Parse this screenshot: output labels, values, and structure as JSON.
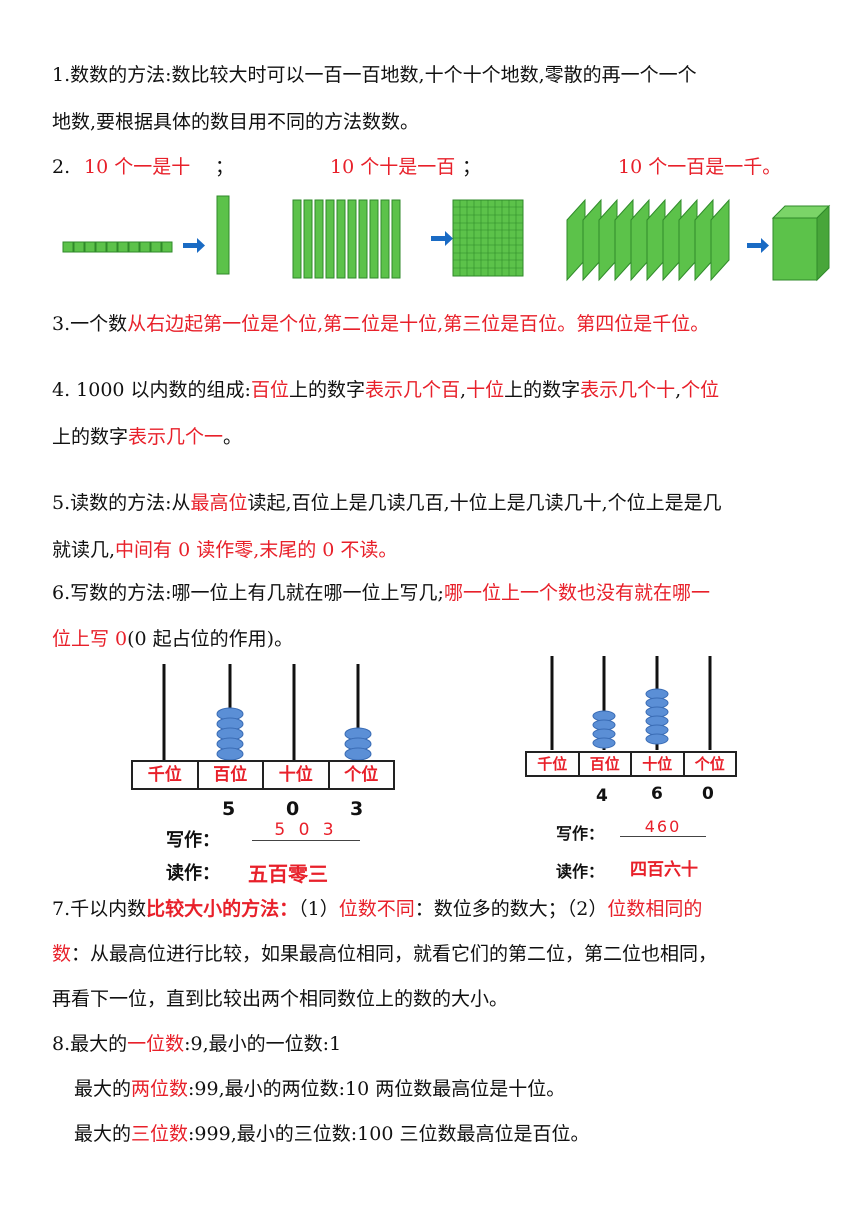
{
  "item1": {
    "line1": "1.数数的方法:数比较大时可以一百一百地数,十个十个地数,零散的再一个一个",
    "line2": "地数,要根据具体的数目用不同的方法数数。"
  },
  "item2": {
    "num": "2.",
    "a": "10 个一是十",
    "sep1": "；",
    "b": "10 个十是一百",
    "sep2": "；",
    "c": "10 个一百是一千。"
  },
  "item3": {
    "prefix": "3.一个数",
    "red": "从右边起第一位是个位,第二位是十位,第三位是百位。第四位是千位。"
  },
  "item4": {
    "p1": "4.  1000 以内数的组成:",
    "r1": "百位",
    "p2": "上的数字",
    "r2": "表示几个百",
    "p3": ",",
    "r3": "十位",
    "p4": "上的数字",
    "r4": "表示几个十",
    "p5": ",",
    "r5": "个位",
    "line2a": "上的数字",
    "line2r": "表示几个一",
    "line2b": "。"
  },
  "item5": {
    "p1": "5.读数的方法:从",
    "r1": "最高位",
    "p2": "读起,百位上是几读几百,十位上是几读几十,个位上是是几",
    "line2a": "就读几,",
    "line2r": "中间有 0 读作零,末尾的 0 不读。"
  },
  "item6": {
    "p1": "6.写数的方法:哪一位上有几就在哪一位上写几;",
    "r1": "哪一位上一个数也没有就在哪一",
    "line2r": "位上写 0",
    "line2b": "(0 起占位的作用)。"
  },
  "abacus1": {
    "places": [
      "千位",
      "百位",
      "十位",
      "个位"
    ],
    "digits": [
      "5",
      "0",
      "3"
    ],
    "write_label": "写作：",
    "write_value": "5 0 3",
    "read_label": "读作：",
    "read_value": "五百零三"
  },
  "abacus2": {
    "places": [
      "千位",
      "百位",
      "十位",
      "个位"
    ],
    "digits": [
      "4",
      "6",
      "0"
    ],
    "write_label": "写作：",
    "write_value": "460",
    "read_label": "读作：",
    "read_value": "四百六十"
  },
  "item7": {
    "p1": "7.千以内数",
    "r1": "比较大小的方法：",
    "p2": "（1）",
    "r2": "位数不同",
    "p3": "：数位多的数大；（2）",
    "r3": "位数相同的",
    "line2r": "数",
    "line2a": "：从最高位进行比较，如果最高位相同，就看它们的第二位，第二位也相同，",
    "line3": "再看下一位，直到比较出两个相同数位上的数的大小。"
  },
  "item8": {
    "l1a": "8.最大的",
    "l1r": "一位数",
    "l1b": ":9,最小的一位数:1",
    "l2a": "最大的",
    "l2r": "两位数",
    "l2b": ":99,最小的两位数:10   两位数最高位是十位。",
    "l3a": "最大的",
    "l3r": "三位数",
    "l3b": ":999,最小的三位数:100   三位数最高位是百位。"
  },
  "colors": {
    "red": "#e8202a",
    "blue_bead": "#5b8fd6",
    "cube_green": "#5cc24a",
    "arrow_blue": "#1a6bc4"
  }
}
